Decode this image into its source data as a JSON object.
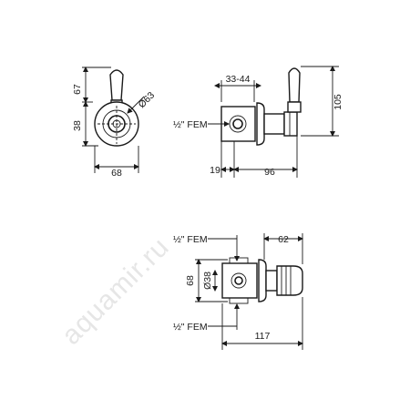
{
  "watermark": "aquamir.ru",
  "colors": {
    "ink": "#1a1a1a",
    "watermark": "#e6e6e6"
  },
  "front_view": {
    "height_label": "67",
    "lower_height_label": "38",
    "diameter_label": "Ø63",
    "width_label": "68"
  },
  "side_view": {
    "range_label": "33-44",
    "connection_label": "½\" FEM",
    "height_label": "105",
    "offset_label": "19",
    "depth_label": "96"
  },
  "bottom_view": {
    "top_connection_label": "½\" FEM",
    "bottom_connection_label": "½\" FEM",
    "projection_label": "62",
    "height_label": "68",
    "diameter_label": "Ø38",
    "length_label": "117"
  }
}
